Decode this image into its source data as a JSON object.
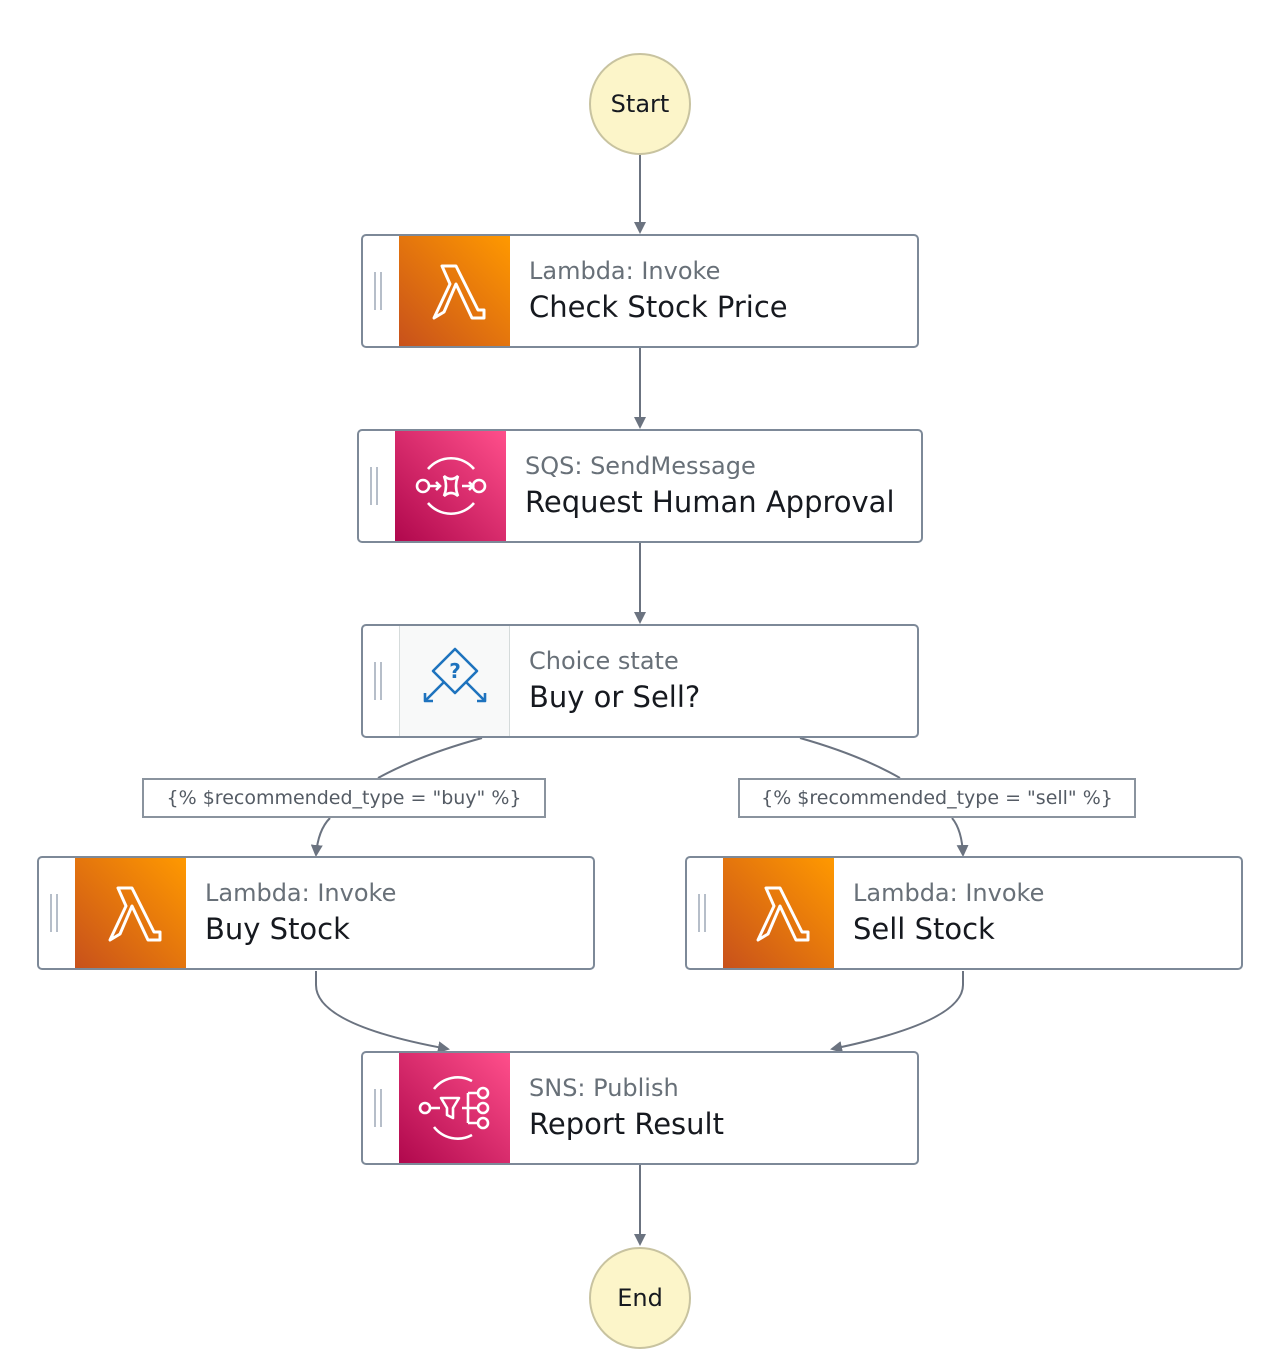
{
  "start": {
    "label": "Start"
  },
  "end": {
    "label": "End"
  },
  "states": {
    "check_price": {
      "type": "Lambda: Invoke",
      "name": "Check Stock Price",
      "icon": "lambda-icon"
    },
    "request_approval": {
      "type": "SQS: SendMessage",
      "name": "Request Human Approval",
      "icon": "sqs-icon"
    },
    "buy_or_sell": {
      "type": "Choice state",
      "name": "Buy or Sell?",
      "icon": "choice-icon"
    },
    "buy_stock": {
      "type": "Lambda: Invoke",
      "name": "Buy Stock",
      "icon": "lambda-icon"
    },
    "sell_stock": {
      "type": "Lambda: Invoke",
      "name": "Sell Stock",
      "icon": "lambda-icon"
    },
    "report_result": {
      "type": "SNS: Publish",
      "name": "Report Result",
      "icon": "sns-icon"
    }
  },
  "rules": {
    "buy": "{% $recommended_type = \"buy\" %}",
    "sell": "{% $recommended_type = \"sell\" %}"
  },
  "colors": {
    "lambda": "#ff9900",
    "sqs_sns": "#e7157b",
    "choice_icon": "#1e73be",
    "terminal_fill": "#fcf5c9",
    "edge": "#6b7380"
  }
}
